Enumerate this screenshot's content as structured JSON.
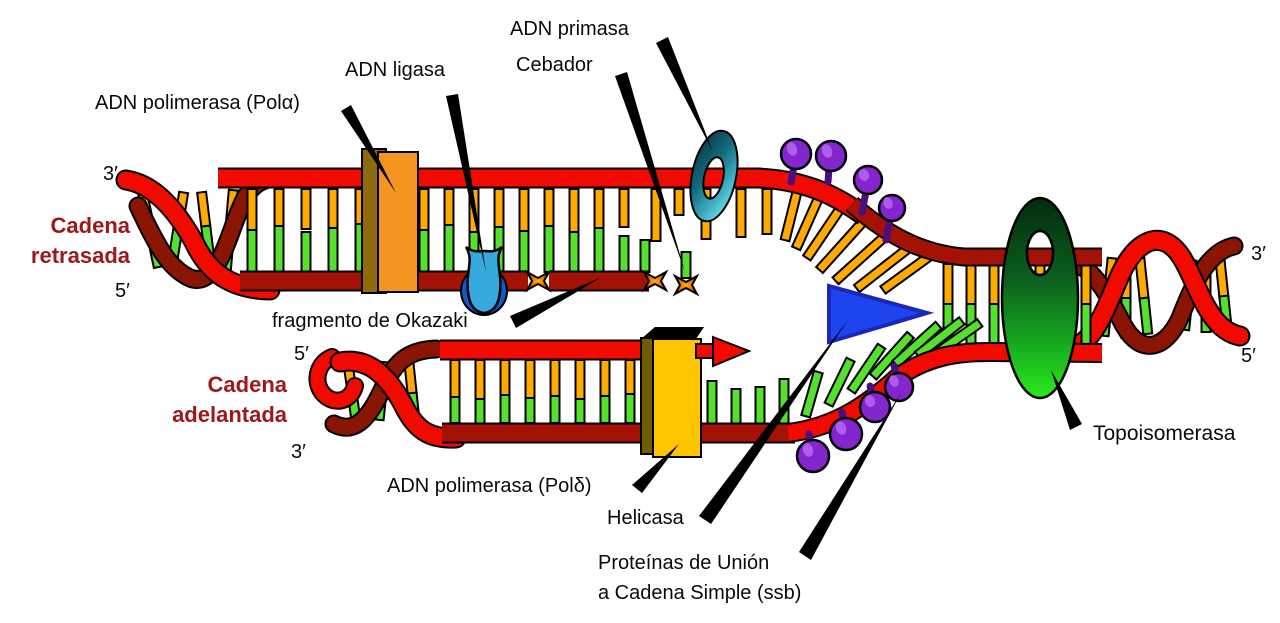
{
  "diagram": {
    "title_semantic": "Replicación del ADN",
    "labels": {
      "adn_primasa": "ADN primasa",
      "cebador": "Cebador",
      "adn_ligasa": "ADN ligasa",
      "pol_alfa": "ADN polimerasa (Polα)",
      "cadena_retrasada_line1": "Cadena",
      "cadena_retrasada_line2": "retrasada",
      "fragmento_okazaki": "fragmento de Okazaki",
      "cadena_adelantada_line1": "Cadena",
      "cadena_adelantada_line2": "adelantada",
      "pol_delta": "ADN polimerasa (Polδ)",
      "helicasa": "Helicasa",
      "ssb_line1": "Proteínas de Unión",
      "ssb_line2": "a Cadena Simple (ssb)",
      "topoisomerasa": "Topoisomerasa"
    },
    "primes": {
      "lagging_3": "3′",
      "lagging_5": "5′",
      "leading_5": "5′",
      "leading_3": "3′",
      "parental_3": "3′",
      "parental_5": "5′"
    },
    "colors": {
      "strand_red": "#F00A00",
      "strand_dark_red": "#A31205",
      "helix_back_maroon": "#8A1505",
      "base_orange": "#FFAA00",
      "base_green": "#55E02E",
      "pol_alpha_orange": "#F5941F",
      "pol_delta_yellow": "#FFC400",
      "ligase_light_blue": "#36A9DC",
      "ligase_dark_blue": "#1157C8",
      "primase_teal": "#49BCCE",
      "helicase_blue": "#1E44F0",
      "ssb_purple": "#8326CE",
      "topoisomerase_green": "#17AE1E",
      "okazaki_connector_orange": "#E06A00",
      "strand_label_dark_red": "#9E1818",
      "pointer_black": "#000000"
    }
  }
}
